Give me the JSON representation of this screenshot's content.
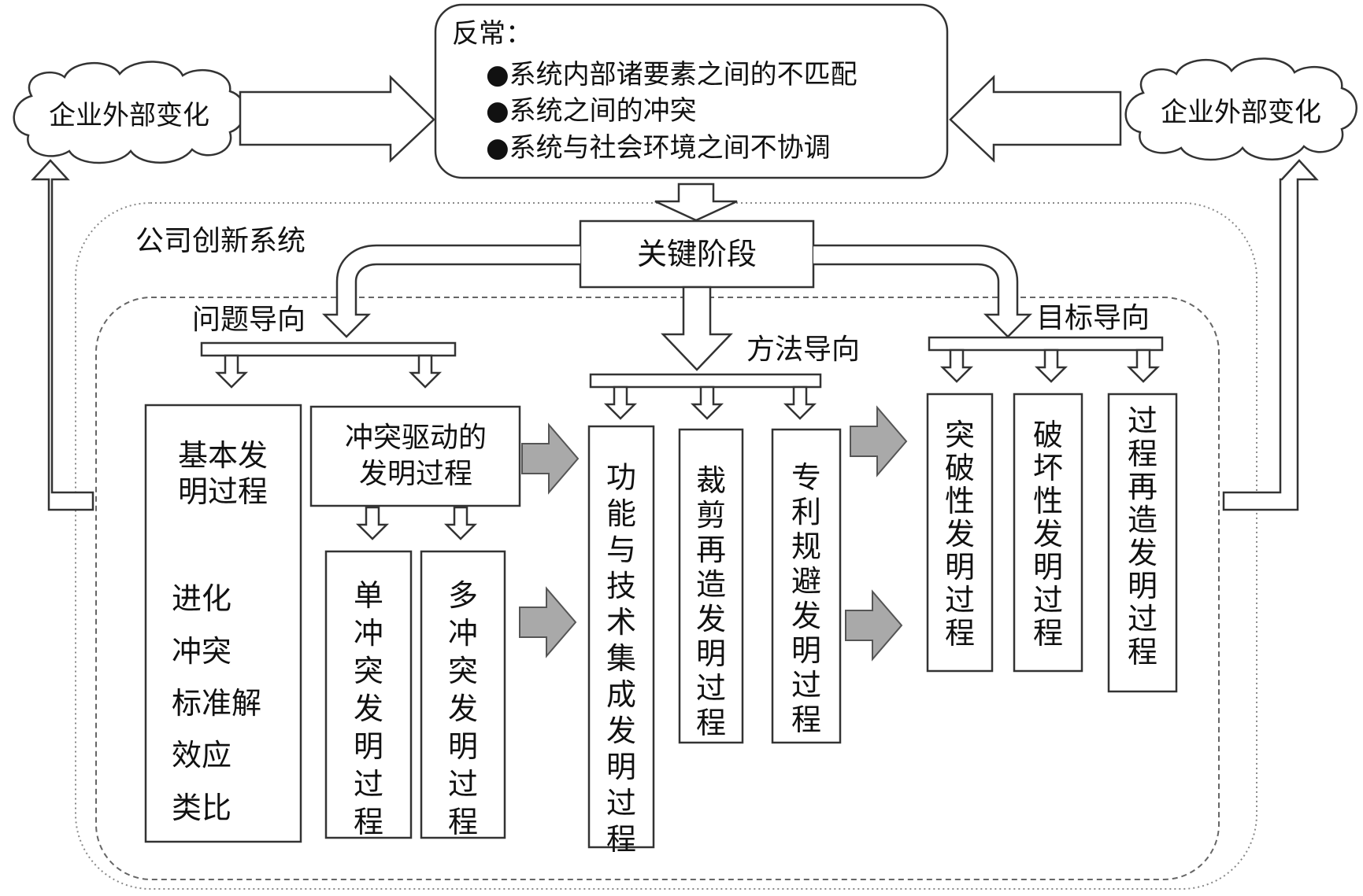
{
  "top_box": {
    "title": "反常：",
    "bullets": [
      "●系统内部诸要素之间的不匹配",
      "●系统之间的冲突",
      "●系统与社会环境之间不协调"
    ]
  },
  "clouds": {
    "left": "企业外部变化",
    "right": "企业外部变化"
  },
  "system_label": "公司创新系统",
  "key_stage": "关键阶段",
  "orientations": {
    "problem": "问题导向",
    "method": "方法导向",
    "goal": "目标导向"
  },
  "problem_branch": {
    "basic_title": [
      "基本发",
      "明过程"
    ],
    "basic_items": [
      "进化",
      "冲突",
      "标准解",
      "效应",
      "类比"
    ],
    "conflict_title": [
      "冲突驱动的",
      "发明过程"
    ],
    "single": "单冲突发明过程",
    "multi": "多冲突发明过程"
  },
  "method_branch": {
    "integration": "功能与技术集成发明过程",
    "trimming": "裁剪再造发明过程",
    "patent": "专利规避发明过程"
  },
  "goal_branch": {
    "breakthrough": "突破性发明过程",
    "disruptive": "破坏性发明过程",
    "reengineering": "过程再造发明过程"
  },
  "colors": {
    "stroke": "#444444",
    "text": "#111111",
    "filled_arrow": "#a9a9a9",
    "dash": "#777777"
  }
}
